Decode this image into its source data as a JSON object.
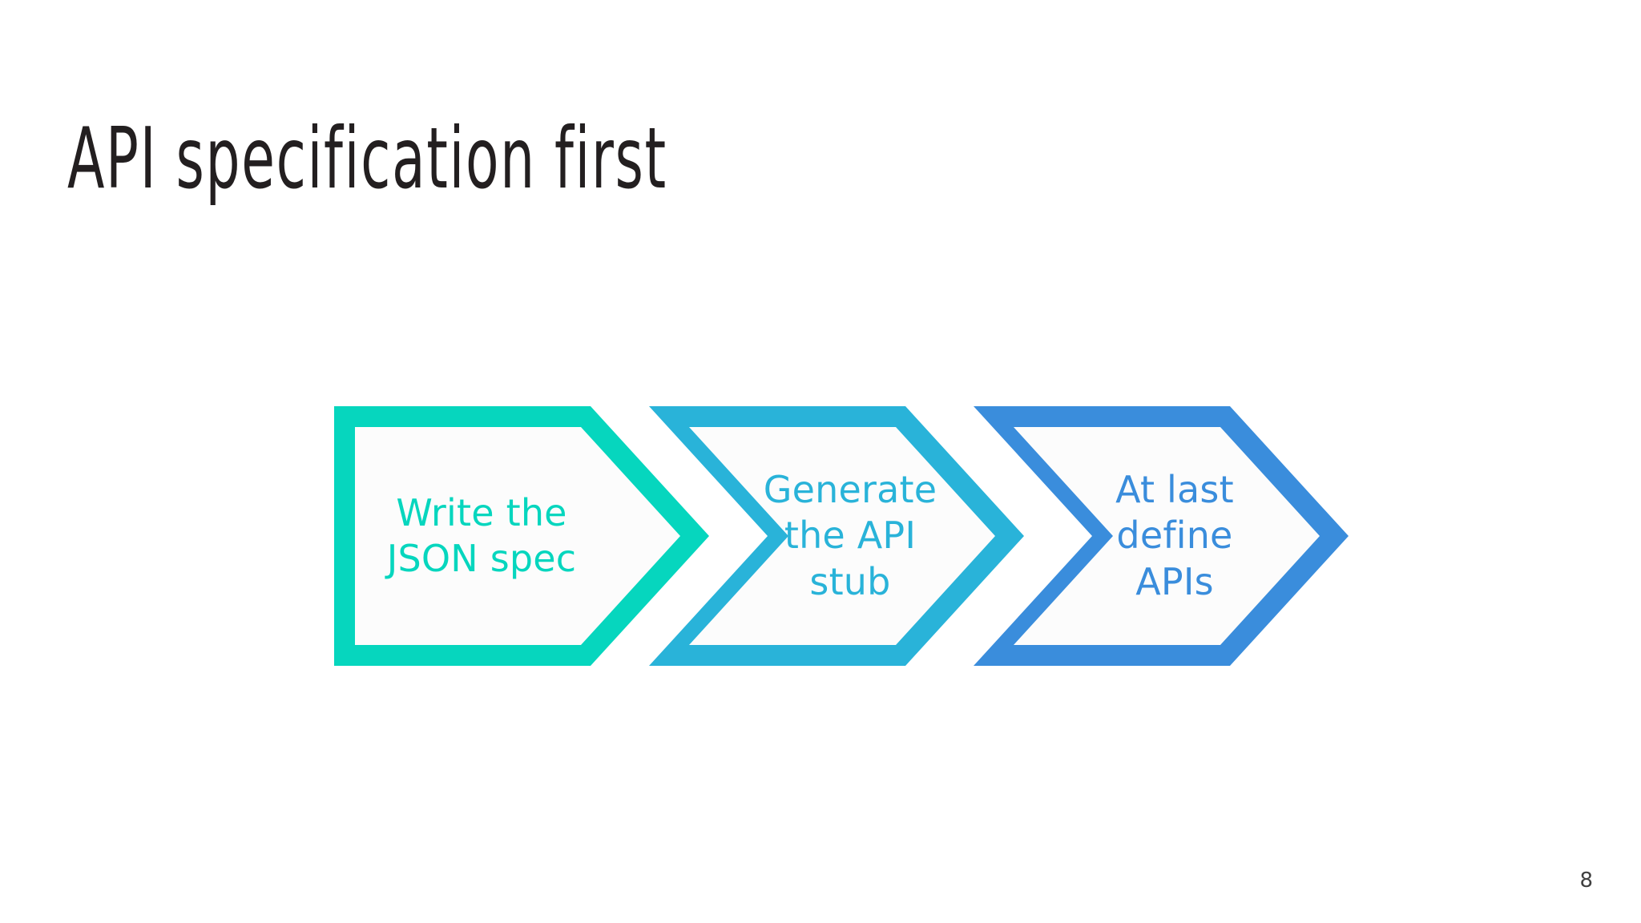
{
  "slide": {
    "title": "API specification first",
    "page_number": "8",
    "background_color": "#ffffff",
    "title_color": "#231f20",
    "page_number_color": "#404040"
  },
  "process_flow": {
    "name": "api-specification-first-process",
    "direction": "left-to-right",
    "steps": [
      {
        "index": 1,
        "id": "write-json-spec",
        "lines": [
          "Write the",
          "JSON spec"
        ],
        "text": "Write the JSON spec",
        "color": "#06d6be",
        "fill": "#ffffff",
        "shape": "pentagon-arrow"
      },
      {
        "index": 2,
        "id": "generate-api-stub",
        "lines": [
          "Generate",
          "the API",
          "stub"
        ],
        "text": "Generate the API stub",
        "color": "#29b3d9",
        "fill": "#ffffff",
        "shape": "chevron-arrow"
      },
      {
        "index": 3,
        "id": "at-last-define-apis",
        "lines": [
          "At last",
          "define",
          "APIs"
        ],
        "text": "At last define APIs",
        "color": "#3a8ddc",
        "fill": "#ffffff",
        "shape": "chevron-arrow"
      }
    ]
  }
}
